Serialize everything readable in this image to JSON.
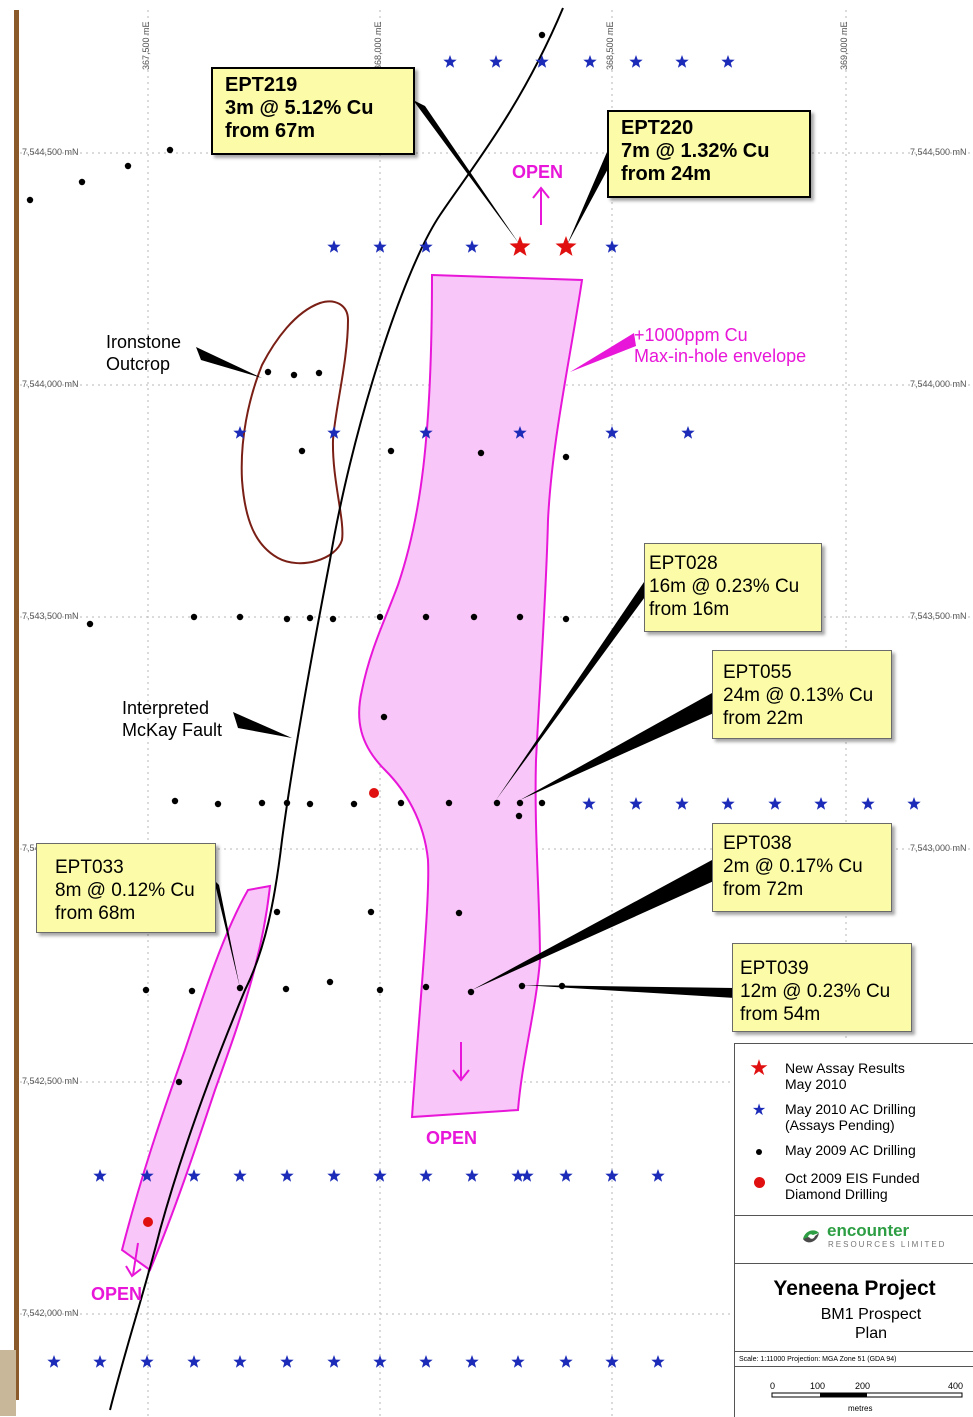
{
  "grid": {
    "eastings": [
      "367,500 mE",
      "368,000 mE",
      "368,500 mE",
      "369,000 mE"
    ],
    "northings_left": [
      "7,544,500 mN",
      "7,544,000 mN",
      "7,543,500 mN",
      "7,543,000 mN",
      "7,542,500 mN",
      "7,542,000 mN"
    ],
    "northings_right": [
      "7,544,500 mN",
      "7,544,000 mN",
      "7,543,500 mN",
      "7,543,000 mN"
    ]
  },
  "callouts": {
    "ept219": [
      "EPT219",
      "3m @ 5.12% Cu",
      "from 67m"
    ],
    "ept220": [
      "EPT220",
      "7m @ 1.32% Cu",
      "from 24m"
    ],
    "ept028": [
      "EPT028",
      "16m @ 0.23% Cu",
      "from 16m"
    ],
    "ept055": [
      "EPT055",
      "24m @ 0.13% Cu",
      "from 22m"
    ],
    "ept038": [
      "EPT038",
      "2m @ 0.17% Cu",
      "from 72m"
    ],
    "ept039": [
      "EPT039",
      "12m @ 0.23% Cu",
      "from 54m"
    ],
    "ept033": [
      "EPT033",
      "8m @ 0.12% Cu",
      "from 68m"
    ]
  },
  "labels": {
    "ironstone": [
      "Ironstone",
      "Outcrop"
    ],
    "fault": [
      "Interpreted",
      "McKay Fault"
    ],
    "envelope": [
      "+1000ppm Cu",
      "Max-in-hole envelope"
    ],
    "open": "OPEN",
    "open_partial": "OPEN"
  },
  "legend": {
    "new_assay": "New Assay Results\nMay 2010",
    "ac_2010": "May 2010 AC Drilling\n(Assays Pending)",
    "ac_2009": "May 2009 AC Drilling",
    "eis": "Oct 2009 EIS Funded\nDiamond Drilling",
    "brand": "encounter",
    "brand_sub": "RESOURCES LIMITED",
    "project": "Yeneena Project",
    "prospect": "BM1 Prospect",
    "plan": "Plan",
    "scale_note": "Scale: 1:11000   Projection: MGA Zone 51 (GDA 94)",
    "scale_ticks": [
      "0",
      "100",
      "200",
      "400"
    ],
    "scale_unit": "metres"
  },
  "colors": {
    "envelope_fill": "#f8c6f8",
    "envelope_stroke": "#e816d8",
    "open_text": "#e816d8",
    "ironstone": "#7a1f15",
    "blue_star": "#1c2bb8",
    "red_star": "#e01010",
    "callout_bg": "#fcfca8",
    "brown_border": "#8b5a2b"
  }
}
